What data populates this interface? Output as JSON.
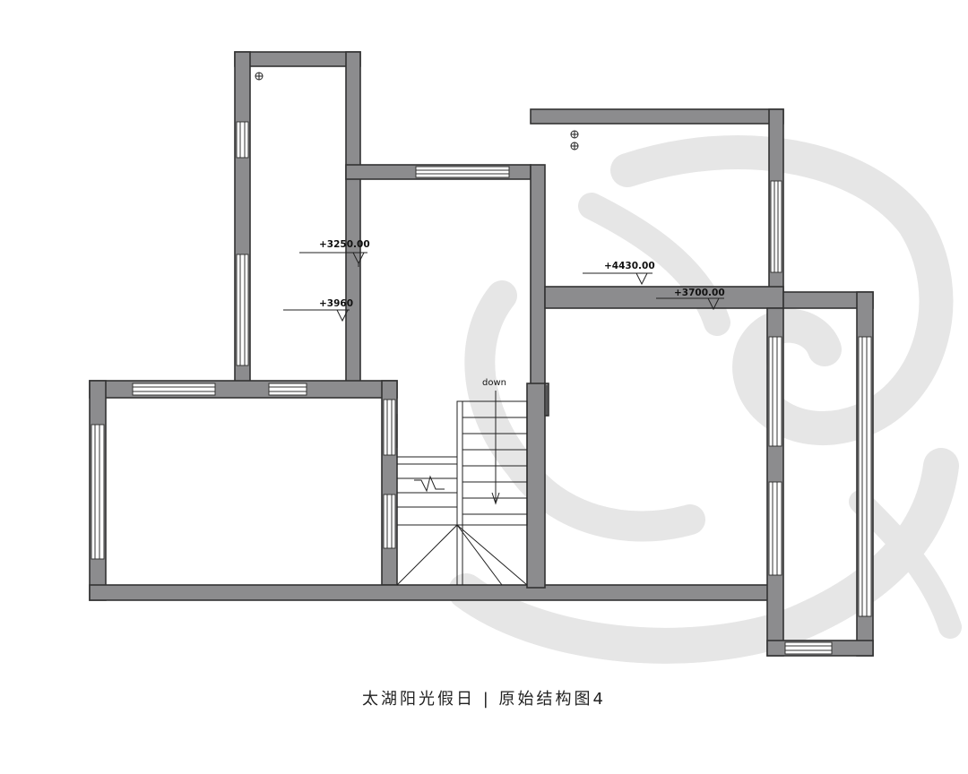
{
  "caption": "太湖阳光假日 | 原始结构图4",
  "elevations": [
    "+3250.00",
    "+3960",
    "+4430.00",
    "+3700.00"
  ],
  "stair_label": "down",
  "colors": {
    "wall": "#8c8c8e",
    "watermark": "#e6e6e6",
    "line": "#222222"
  },
  "icons": [
    "floor-drain-icon",
    "swirl-watermark"
  ]
}
